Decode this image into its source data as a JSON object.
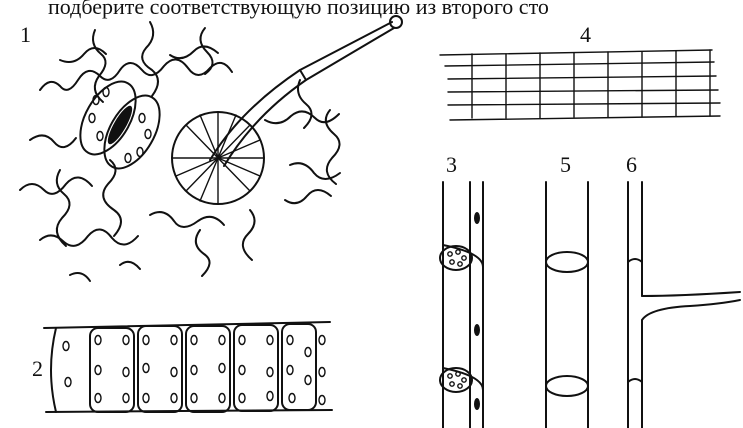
{
  "caption_fragment": "подберите соответствующую позицию из второго сто",
  "labels": {
    "fig1": "1",
    "fig2": "2",
    "fig3": "3",
    "fig4": "4",
    "fig5": "5",
    "fig6": "6"
  }
}
